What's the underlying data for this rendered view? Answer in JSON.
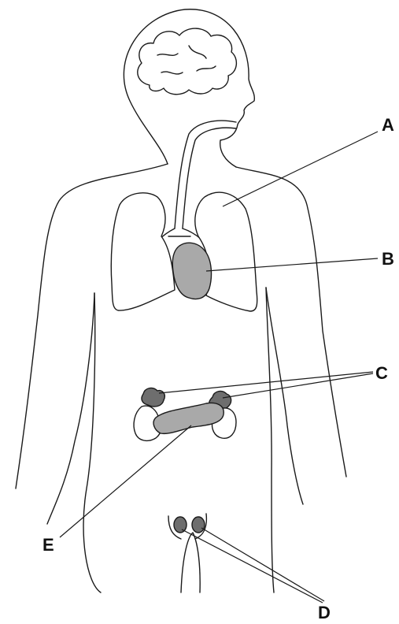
{
  "labels": {
    "a": "A",
    "b": "B",
    "c": "C",
    "d": "D",
    "e": "E"
  },
  "colors": {
    "outline": "#1a1a1a",
    "organ_fill": "#a9a9a9",
    "dark_gland_fill": "#6e6e6e",
    "background": "#ffffff"
  }
}
